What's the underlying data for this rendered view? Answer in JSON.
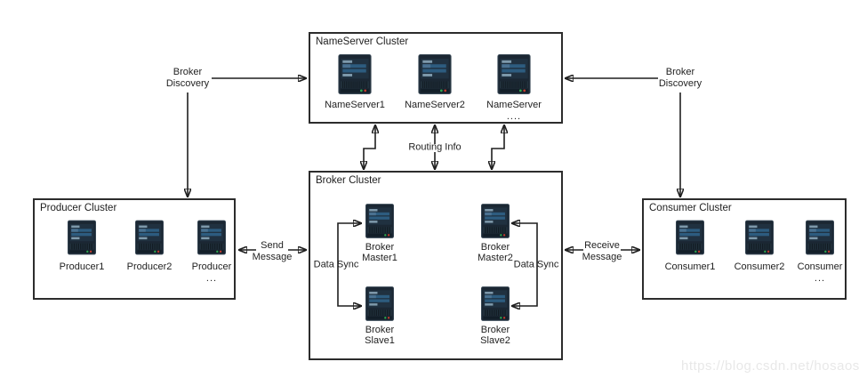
{
  "clusters": {
    "nameserver": {
      "title": "NameServer Cluster",
      "nodes": [
        {
          "label": "NameServer1"
        },
        {
          "label": "NameServer2"
        },
        {
          "label": "NameServer",
          "more": "...."
        }
      ]
    },
    "broker": {
      "title": "Broker Cluster",
      "nodes": [
        {
          "line1": "Broker",
          "line2": "Master1"
        },
        {
          "line1": "Broker",
          "line2": "Master2"
        },
        {
          "line1": "Broker",
          "line2": "Slave1"
        },
        {
          "line1": "Broker",
          "line2": "Slave2"
        }
      ]
    },
    "producer": {
      "title": "Producer Cluster",
      "nodes": [
        {
          "label": "Producer1"
        },
        {
          "label": "Producer2"
        },
        {
          "label": "Producer",
          "more": "..."
        }
      ]
    },
    "consumer": {
      "title": "Consumer Cluster",
      "nodes": [
        {
          "label": "Consumer1"
        },
        {
          "label": "Consumer2"
        },
        {
          "label": "Consumer",
          "more": "..."
        }
      ]
    }
  },
  "edges": {
    "broker_discovery_left": {
      "line1": "Broker",
      "line2": "Discovery"
    },
    "broker_discovery_right": {
      "line1": "Broker",
      "line2": "Discovery"
    },
    "routing_info": "Routing Info",
    "send_message": {
      "line1": "Send",
      "line2": "Message"
    },
    "receive_message": {
      "line1": "Receive",
      "line2": "Message"
    },
    "data_sync_left": "Data Sync",
    "data_sync_right": "Data Sync"
  },
  "watermark": "https://blog.csdn.net/hosaos",
  "colors": {
    "line": "#1f1f1f",
    "box_border": "#2c2c2c",
    "text": "#1f1f1f",
    "watermark": "#e8e8e8",
    "server_body": "#1b2733",
    "server_screen": "#203140",
    "server_bar_blue": "#2d5c7f",
    "server_bar_light": "#7e99ab",
    "led_green": "#2ea84f",
    "led_red": "#c23b2e"
  }
}
